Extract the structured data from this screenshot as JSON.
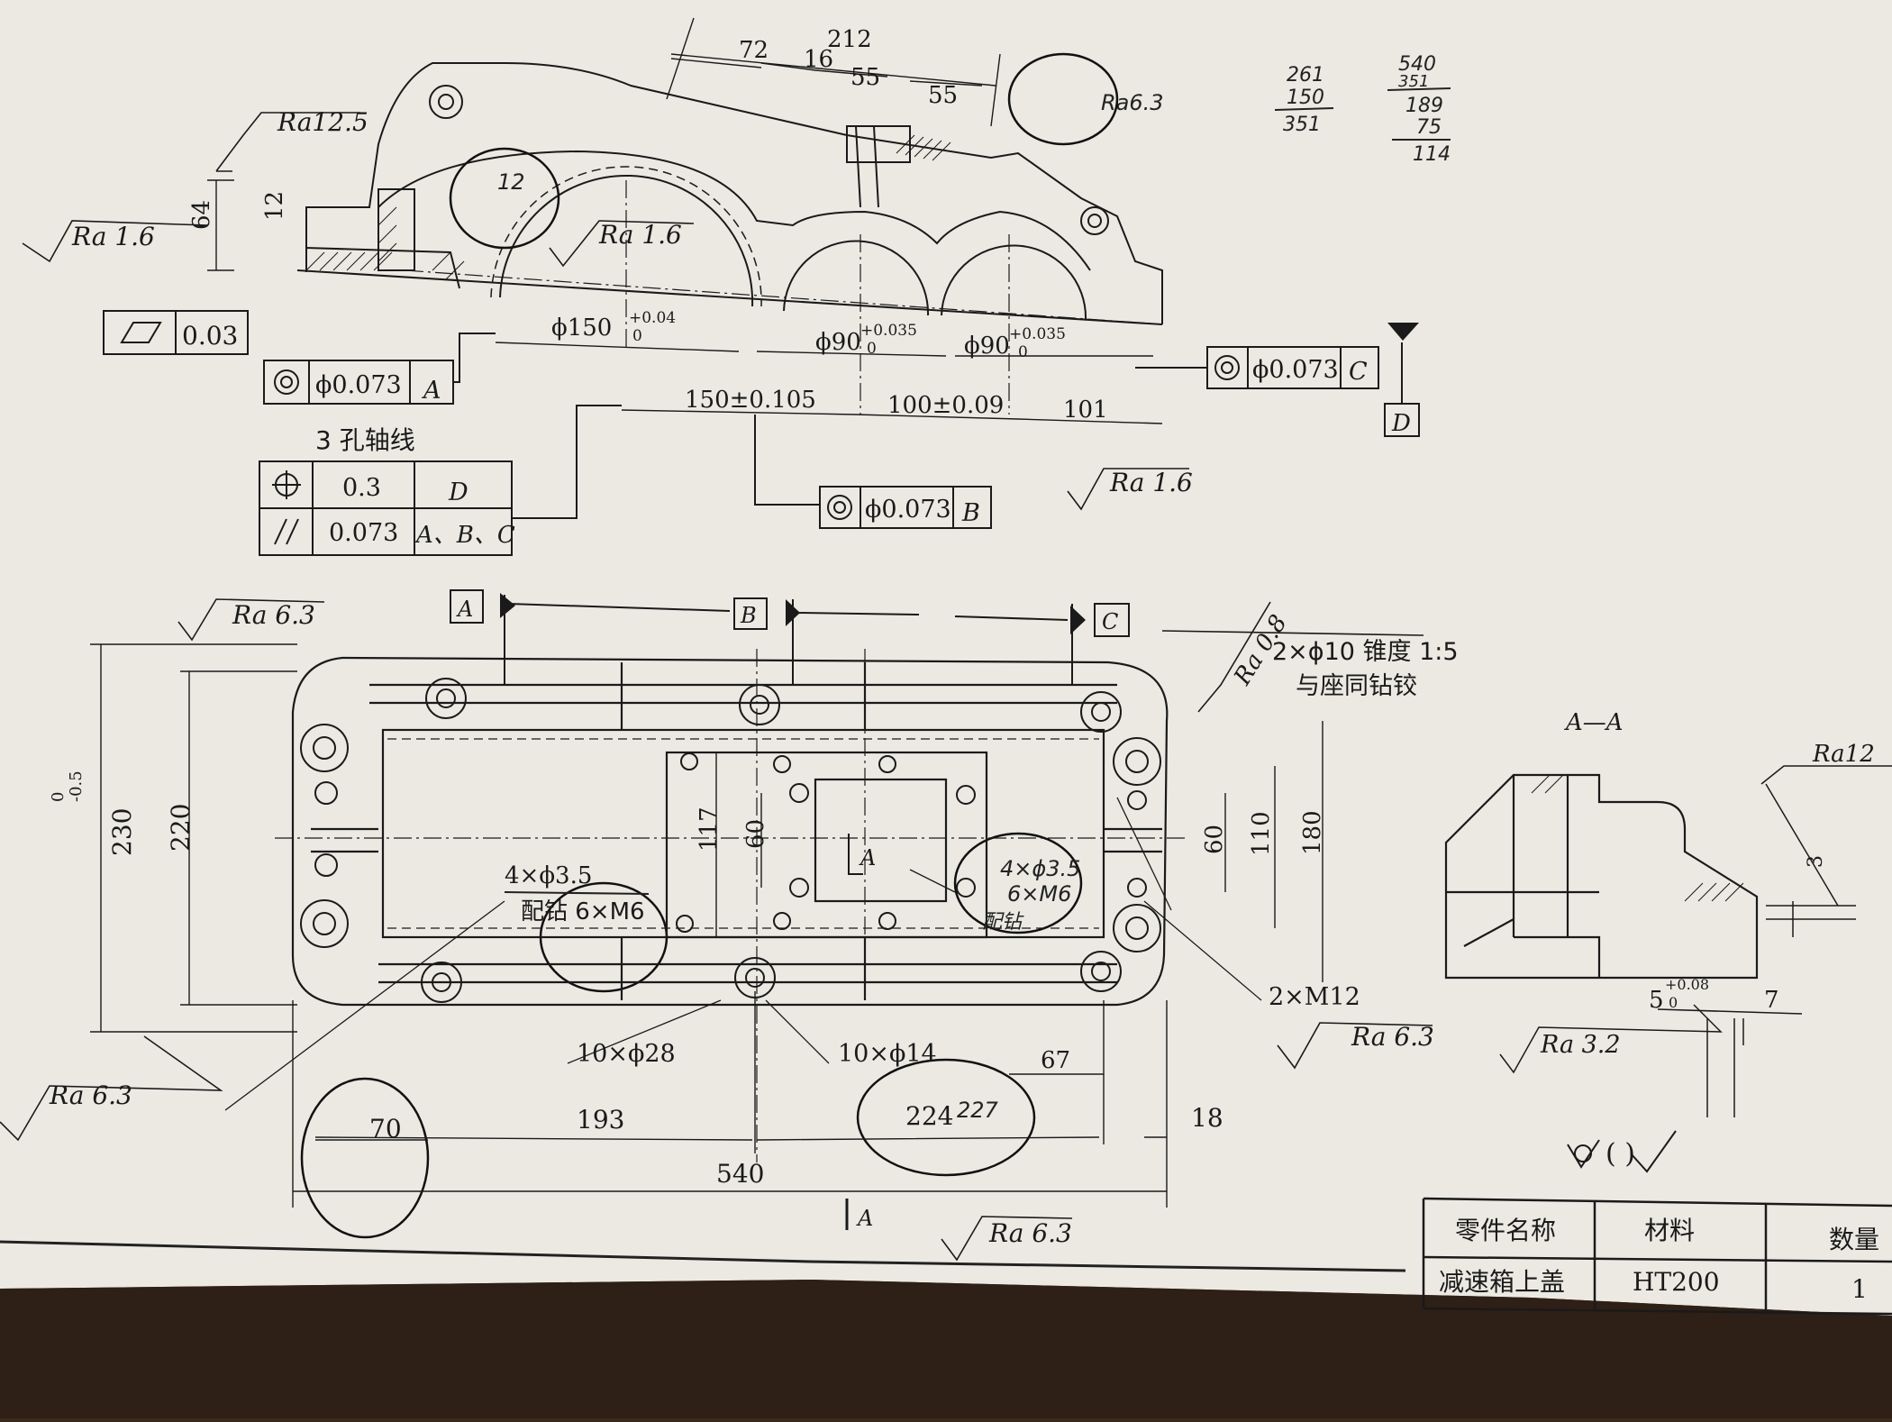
{
  "top_view": {
    "dims": {
      "d212": "212",
      "d72": "72",
      "d16": "16",
      "d55a": "55",
      "d55b": "55",
      "d64": "64",
      "d12": "12",
      "d12b": "12",
      "phi150": "ϕ150",
      "phi150_tol_up": "+0.04",
      "phi150_tol_lo": "0",
      "phi90a": "ϕ90",
      "phi90a_tol_up": "+0.035",
      "phi90a_tol_lo": "0",
      "phi90b": "ϕ90",
      "phi90b_tol_up": "+0.035",
      "phi90b_tol_lo": "0",
      "c150": "150±0.105",
      "c100": "100±0.09",
      "d101": "101"
    },
    "roughness": {
      "ra125": "Ra12.5",
      "ra16_left": "Ra 1.6",
      "ra16_mid": "Ra 1.6",
      "ra16_right": "Ra 1.6",
      "ra63_hand": "Ra6.3"
    },
    "flatness_frame": {
      "value": "0.03"
    },
    "coax_A": {
      "value": "ϕ0.073",
      "datum": "A"
    },
    "coax_B": {
      "value": "ϕ0.073",
      "datum": "B"
    },
    "coax_C": {
      "value": "ϕ0.073",
      "datum": "C"
    },
    "datum_D": "D",
    "axis_note": "3 孔轴线",
    "pos_frame": {
      "pos_value": "0.3",
      "pos_datum": "D",
      "par_value": "0.073",
      "par_datum": "A、B、C"
    }
  },
  "handwritten_calc": {
    "l1": "261",
    "l2": "150",
    "l3": "351",
    "r1": "540",
    "r2": "351",
    "r3": "189",
    "r4": "75",
    "r5": "114"
  },
  "bottom_view": {
    "datums": {
      "a": "A",
      "b": "B",
      "c": "C"
    },
    "ra63_top": "Ra 6.3",
    "ra08": "Ra 0.8",
    "hole_note_l1": "2×ϕ10 锥度 1:5",
    "hole_note_l2": "与座同钻铰",
    "dims": {
      "d230": "230",
      "d230_tol_up": "0",
      "d230_tol_lo": "-0.5",
      "d220": "220",
      "d117": "117",
      "d60a": "60",
      "d60b": "60",
      "d110": "110",
      "d180": "180",
      "d67": "67",
      "d193": "193",
      "d224": "224",
      "d18": "18",
      "d540": "540",
      "d70": "70"
    },
    "note_4phi": "4×ϕ3.5",
    "note_peizhen": "配钻 6×M6",
    "hand_note_l1": "4×ϕ3.5",
    "hand_note_l2": "6×M6",
    "hand_note_l3": "配钻",
    "hand_227": "227",
    "m12": "2×M12",
    "ra63_right": "Ra 6.3",
    "phi28": "10×ϕ28",
    "phi14": "10×ϕ14",
    "ra63_left": "Ra 6.3",
    "ra63_bottom": "Ra 6.3",
    "section_mark": "A",
    "view_A_label": "A"
  },
  "section_view": {
    "title": "A—A",
    "ra12": "Ra12",
    "d3": "3",
    "d5": "5",
    "d5_tol_up": "+0.08",
    "d5_tol_lo": "0",
    "d7": "7",
    "ra32": "Ra 3.2"
  },
  "general_roughness": "( )",
  "title_block": {
    "h_name": "零件名称",
    "h_material": "材料",
    "h_qty": "数量",
    "part_name": "减速箱上盖",
    "material": "HT200",
    "qty": "1"
  },
  "colors": {
    "paper": "#efede6",
    "ink": "#1a1a1a",
    "background": "#3a2a1c"
  }
}
